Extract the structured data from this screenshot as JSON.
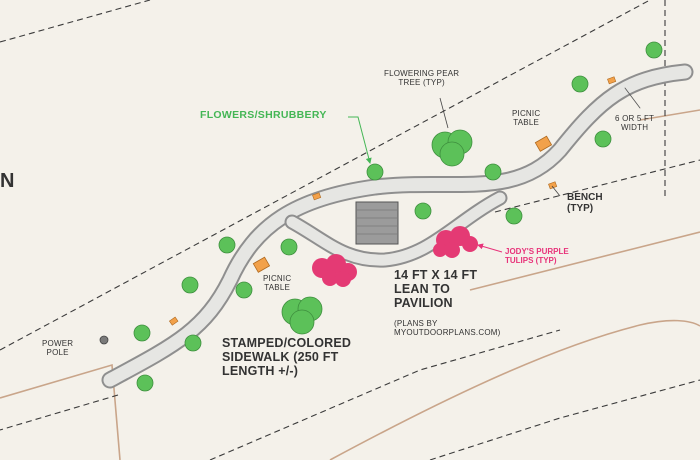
{
  "labels": {
    "flowers_shrubbery": "FLOWERS/SHRUBBERY",
    "flowering_pear_tree": "FLOWERING PEAR\nTREE (TYP)",
    "picnic_table_right": "PICNIC\nTABLE",
    "path_width": "6 OR 5 FT\nWIDTH",
    "bench": "BENCH\n(TYP)",
    "jodys_tulips": "JODY'S PURPLE\nTULIPS (TYP)",
    "picnic_table_left": "PICNIC\nTABLE",
    "pavilion": "14 FT X 14 FT\nLEAN TO\nPAVILION",
    "pavilion_plans": "(PLANS BY\nMYOUTDOORPLANS.COM)",
    "power_pole": "POWER\nPOLE",
    "sidewalk": "STAMPED/COLORED\nSIDEWALK (250 FT\nLENGTH +/-)",
    "edge_letter": "N"
  },
  "colors": {
    "background": "#f4f1ea",
    "path_fill": "#e6e6e3",
    "path_edge": "#8f8f8f",
    "tree": "#5cc159",
    "tree_edge": "#3e8f3e",
    "tulips": "#e43a74",
    "pavilion": "#9b9b9b",
    "table": "#f2a14a",
    "boundary": "#c9a58a",
    "dash": "#3b3b3b",
    "green_label": "#44b655",
    "pink_label": "#e8337a"
  }
}
